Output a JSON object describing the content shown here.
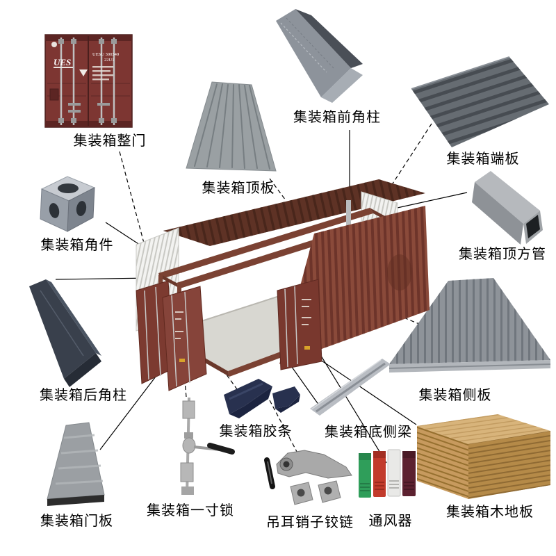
{
  "parts_diagram": {
    "labels": {
      "whole_door": "集装箱整门",
      "top_panel": "集装箱顶板",
      "front_corner_post": "集装箱前角柱",
      "end_panel": "集装箱端板",
      "corner_fitting": "集装箱角件",
      "top_square_tube": "集装箱顶方管",
      "rear_corner_post": "集装箱后角柱",
      "side_panel": "集装箱侧板",
      "rubber_strip": "集装箱胶条",
      "bottom_side_beam": "集装箱底侧梁",
      "door_panel": "集装箱门板",
      "one_inch_lock": "集装箱一寸锁",
      "lifting_lug_pin_hinge": "吊耳销子铰链",
      "ventilator": "通风器",
      "wooden_floor": "集装箱木地板"
    },
    "door_photo": {
      "brand": "UES",
      "container_number": "UESU 300340",
      "type_code": "22U1"
    },
    "colors": {
      "container_brown": "#7b4233",
      "roof_brown": "#5e3225",
      "door_red": "#7d3632",
      "steel_gray": "#9aa0a6",
      "dark_steel": "#39404c",
      "rubber_navy": "#28314f",
      "vent_green": "#2f9e5a",
      "vent_red": "#c23b2c",
      "vent_white": "#e9e9e7",
      "vent_maroon": "#5c2130",
      "wood_tan": "#c79a5e",
      "background": "#ffffff",
      "label_text": "#000000"
    }
  }
}
